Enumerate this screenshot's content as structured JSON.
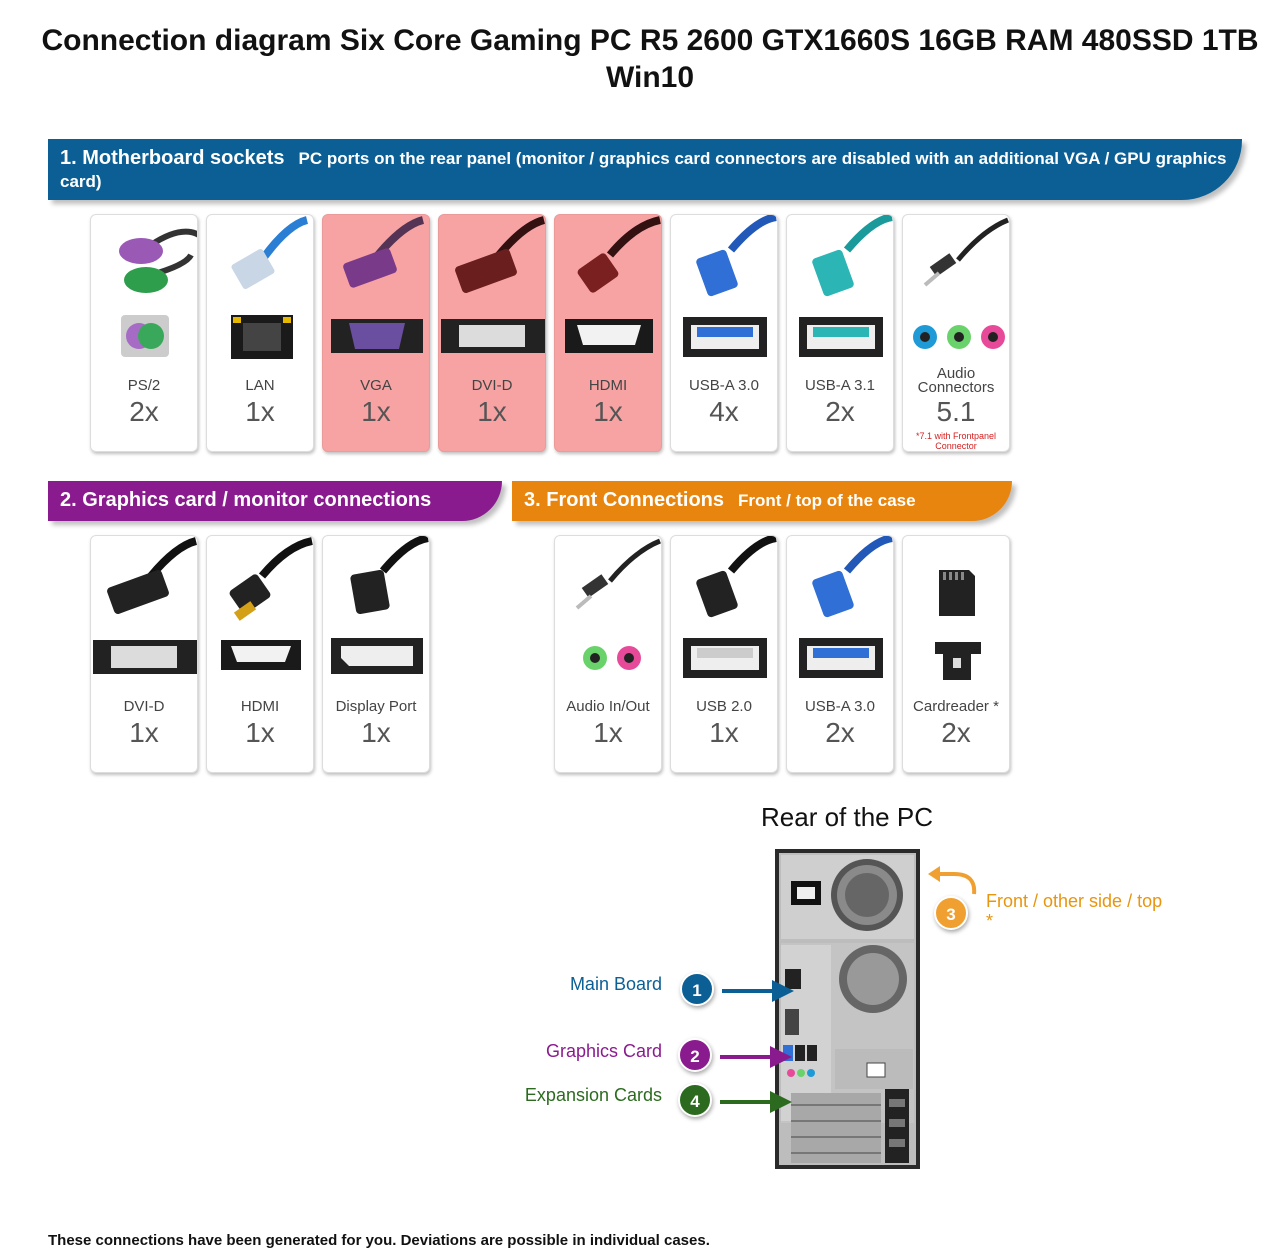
{
  "title": "Connection diagram Six Core Gaming PC R5 2600 GTX1660S 16GB RAM 480SSD 1TB Win10",
  "colors": {
    "motherboard": "#0b5f95",
    "graphics": "#8a1b8e",
    "front": "#e8850f",
    "expansion": "#2c6b1f",
    "disabled_fill": "#f8a3a3"
  },
  "sections": {
    "motherboard": {
      "title": "1. Motherboard sockets",
      "subtitle": "PC ports on the rear panel (monitor / graphics card connectors are disabled with an additional VGA / GPU graphics card)",
      "ports": [
        {
          "name": "PS/2",
          "count": "2x",
          "icon": "ps2-connector-icon",
          "disabled": false
        },
        {
          "name": "LAN",
          "count": "1x",
          "icon": "lan-connector-icon",
          "disabled": false
        },
        {
          "name": "VGA",
          "count": "1x",
          "icon": "vga-connector-icon",
          "disabled": true
        },
        {
          "name": "DVI-D",
          "count": "1x",
          "icon": "dvi-connector-icon",
          "disabled": true
        },
        {
          "name": "HDMI",
          "count": "1x",
          "icon": "hdmi-connector-icon",
          "disabled": true
        },
        {
          "name": "USB-A 3.0",
          "count": "4x",
          "icon": "usb3-connector-icon",
          "disabled": false
        },
        {
          "name": "USB-A 3.1",
          "count": "2x",
          "icon": "usb31-connector-icon",
          "disabled": false
        },
        {
          "name": "Audio Connectors",
          "count": "5.1",
          "note": "*7.1 with Frontpanel Connector",
          "icon": "audio-connector-icon",
          "disabled": false
        }
      ]
    },
    "graphics": {
      "title": "2. Graphics card / monitor connections",
      "ports": [
        {
          "name": "DVI-D",
          "count": "1x",
          "icon": "dvi-connector-icon"
        },
        {
          "name": "HDMI",
          "count": "1x",
          "icon": "hdmi-connector-icon"
        },
        {
          "name": "Display Port",
          "count": "1x",
          "icon": "displayport-connector-icon"
        }
      ]
    },
    "front": {
      "title": "3. Front Connections",
      "subtitle": "Front / top of the case",
      "ports": [
        {
          "name": "Audio In/Out",
          "count": "1x",
          "icon": "audio-jack-icon"
        },
        {
          "name": "USB 2.0",
          "count": "1x",
          "icon": "usb2-connector-icon"
        },
        {
          "name": "USB-A 3.0",
          "count": "2x",
          "icon": "usb3-connector-icon"
        },
        {
          "name": "Cardreader *",
          "count": "2x",
          "icon": "sd-card-icon"
        }
      ]
    }
  },
  "rear": {
    "title": "Rear of the PC",
    "callouts": {
      "front": {
        "number": "3",
        "label": "Front / other side / top",
        "star": "*"
      },
      "main": {
        "number": "1",
        "label": "Main Board"
      },
      "graphics": {
        "number": "2",
        "label": "Graphics Card"
      },
      "expansion": {
        "number": "4",
        "label": "Expansion Cards"
      }
    }
  },
  "footer": "These connections have been generated for you. Deviations are possible in individual cases."
}
